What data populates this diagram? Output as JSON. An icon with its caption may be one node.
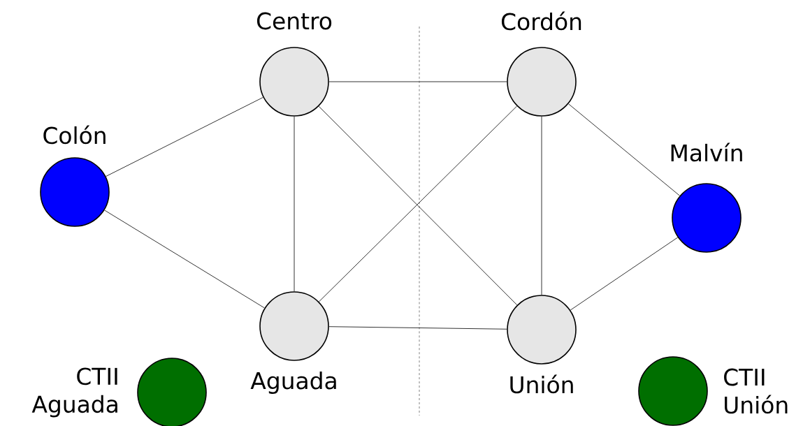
{
  "diagram": {
    "nodes": [
      {
        "text": [
          "Colón"
        ]
      },
      {
        "text": [
          "Centro"
        ]
      },
      {
        "text": [
          "Aguada"
        ]
      },
      {
        "text": [
          "Cordón"
        ]
      },
      {
        "text": [
          "Unión"
        ]
      },
      {
        "text": [
          "Malvín"
        ]
      },
      {
        "text": [
          "CTII Aguada"
        ]
      },
      {
        "text": [
          "CTII Unión"
        ]
      }
    ],
    "edges": [
      {
        "from": 0,
        "to": 1,
        "arrow": "none"
      },
      {
        "from": 0,
        "to": 2,
        "arrow": "none"
      },
      {
        "from": 1,
        "to": 3,
        "arrow": "none"
      },
      {
        "from": 1,
        "to": 2,
        "arrow": "none"
      },
      {
        "from": 1,
        "to": 4,
        "arrow": "none"
      },
      {
        "from": 2,
        "to": 3,
        "arrow": "none"
      },
      {
        "from": 2,
        "to": 4,
        "arrow": "none"
      },
      {
        "from": 3,
        "to": 4,
        "arrow": "none"
      },
      {
        "from": 3,
        "to": 5,
        "arrow": "none"
      },
      {
        "from": 5,
        "to": 4,
        "arrow": "none"
      }
    ]
  }
}
